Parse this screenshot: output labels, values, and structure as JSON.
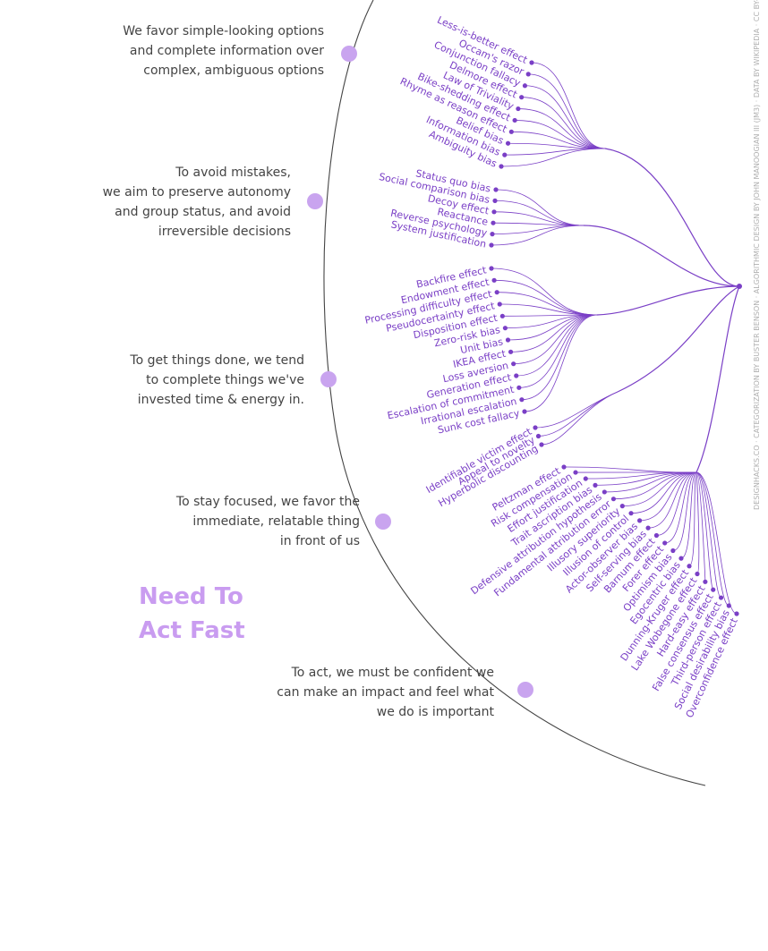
{
  "category_title": [
    "Need To",
    "Act Fast"
  ],
  "notes": [
    {
      "lines": [
        "We favor simple-looking options",
        "and complete information over",
        "complex, ambiguous options"
      ]
    },
    {
      "lines": [
        "To avoid mistakes,",
        "we aim to preserve autonomy",
        "and group status, and avoid",
        "irreversible decisions"
      ]
    },
    {
      "lines": [
        "To get things done, we tend",
        "to complete things we've",
        "invested time & energy in."
      ]
    },
    {
      "lines": [
        "To stay focused, we favor the",
        "immediate, relatable thing",
        "in front of us"
      ]
    },
    {
      "lines": [
        "To act, we must be confident we",
        "can make an impact and feel what",
        "we do is important"
      ]
    }
  ],
  "groups": [
    {
      "biases": [
        "Less-is-better effect",
        "Occam's razor",
        "Conjunction fallacy",
        "Delmore effect",
        "Law of Triviality",
        "Bike-shedding effect",
        "Rhyme as reason effect",
        "Belief bias",
        "Information bias",
        "Ambiguity bias"
      ]
    },
    {
      "biases": [
        "Status quo bias",
        "Social comparison bias",
        "Decoy effect",
        "Reactance",
        "Reverse psychology",
        "System justification"
      ]
    },
    {
      "biases": [
        "Backfire effect",
        "Endowment effect",
        "Processing difficulty effect",
        "Pseudocertainty effect",
        "Disposition effect",
        "Zero-risk bias",
        "Unit bias",
        "IKEA effect",
        "Loss aversion",
        "Generation effect",
        "Escalation of commitment",
        "Irrational escalation",
        "Sunk cost fallacy"
      ]
    },
    {
      "biases": [
        "Identifiable victim effect",
        "Appeal to novelty",
        "Hyperbolic discounting"
      ]
    },
    {
      "biases": [
        "Peltzman effect",
        "Risk compensation",
        "Effort justification",
        "Trait ascription bias",
        "Defensive attribution hypothesis",
        "Fundamental attribution error",
        "Illusory superiority",
        "Illusion of control",
        "Actor-observer bias",
        "Self-serving bias",
        "Barnum effect",
        "Forer effect",
        "Optimism bias",
        "Egocentric bias",
        "Dunning-Kruger effect",
        "Lake Wobegone effect",
        "Hard-easy effect",
        "False consensus effect",
        "Third-person effect",
        "Social desirability bias",
        "Overconfidence effect"
      ]
    }
  ],
  "credit": [
    "DESIGNHACKS.CO",
    "CATEGORIZATION BY BUSTER BENSON",
    "ALGORITHMIC DESIGN BY JOHN MANOOGIAN III (JM3)",
    "DATA BY WIKIPEDIA",
    "CC BY-SA"
  ],
  "colors": {
    "accent": "#7a3fc6",
    "accent_light": "#c99cf0",
    "dot": "#c9a4ef",
    "arc": "#444444",
    "note_text": "#444444"
  }
}
